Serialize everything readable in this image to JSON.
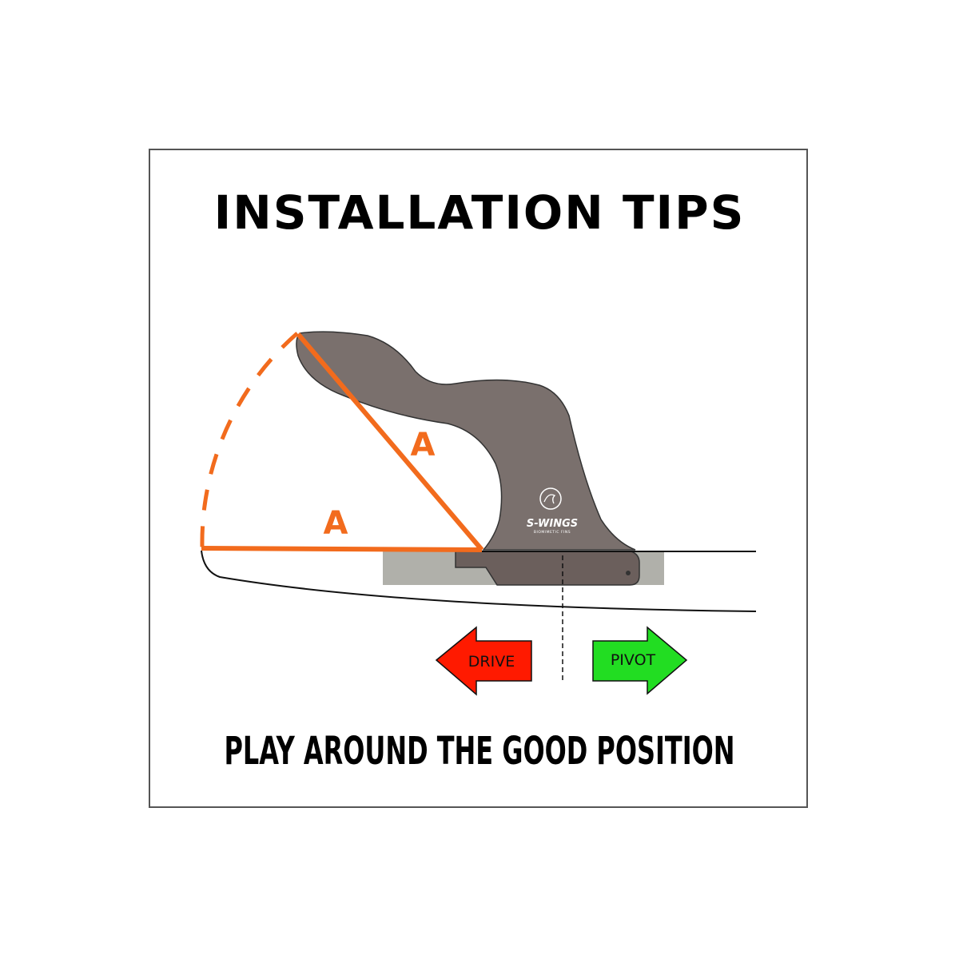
{
  "title": "INSTALLATION TIPS",
  "subtitle": "PLAY AROUND THE GOOD POSITION",
  "measure_labels": [
    "A",
    "A"
  ],
  "arrows": {
    "left": {
      "label": "DRIVE",
      "color": "#ff1a00"
    },
    "right": {
      "label": "PIVOT",
      "color": "#22dd22"
    }
  },
  "logo": {
    "brand": "S-WINGS",
    "tagline": "BIOMIMETIC FINS"
  },
  "colors": {
    "measure": "#f26b1d",
    "fin": "#7a706d",
    "fin_base": "#6b5f5c",
    "fin_box": "#b0b0aa"
  }
}
